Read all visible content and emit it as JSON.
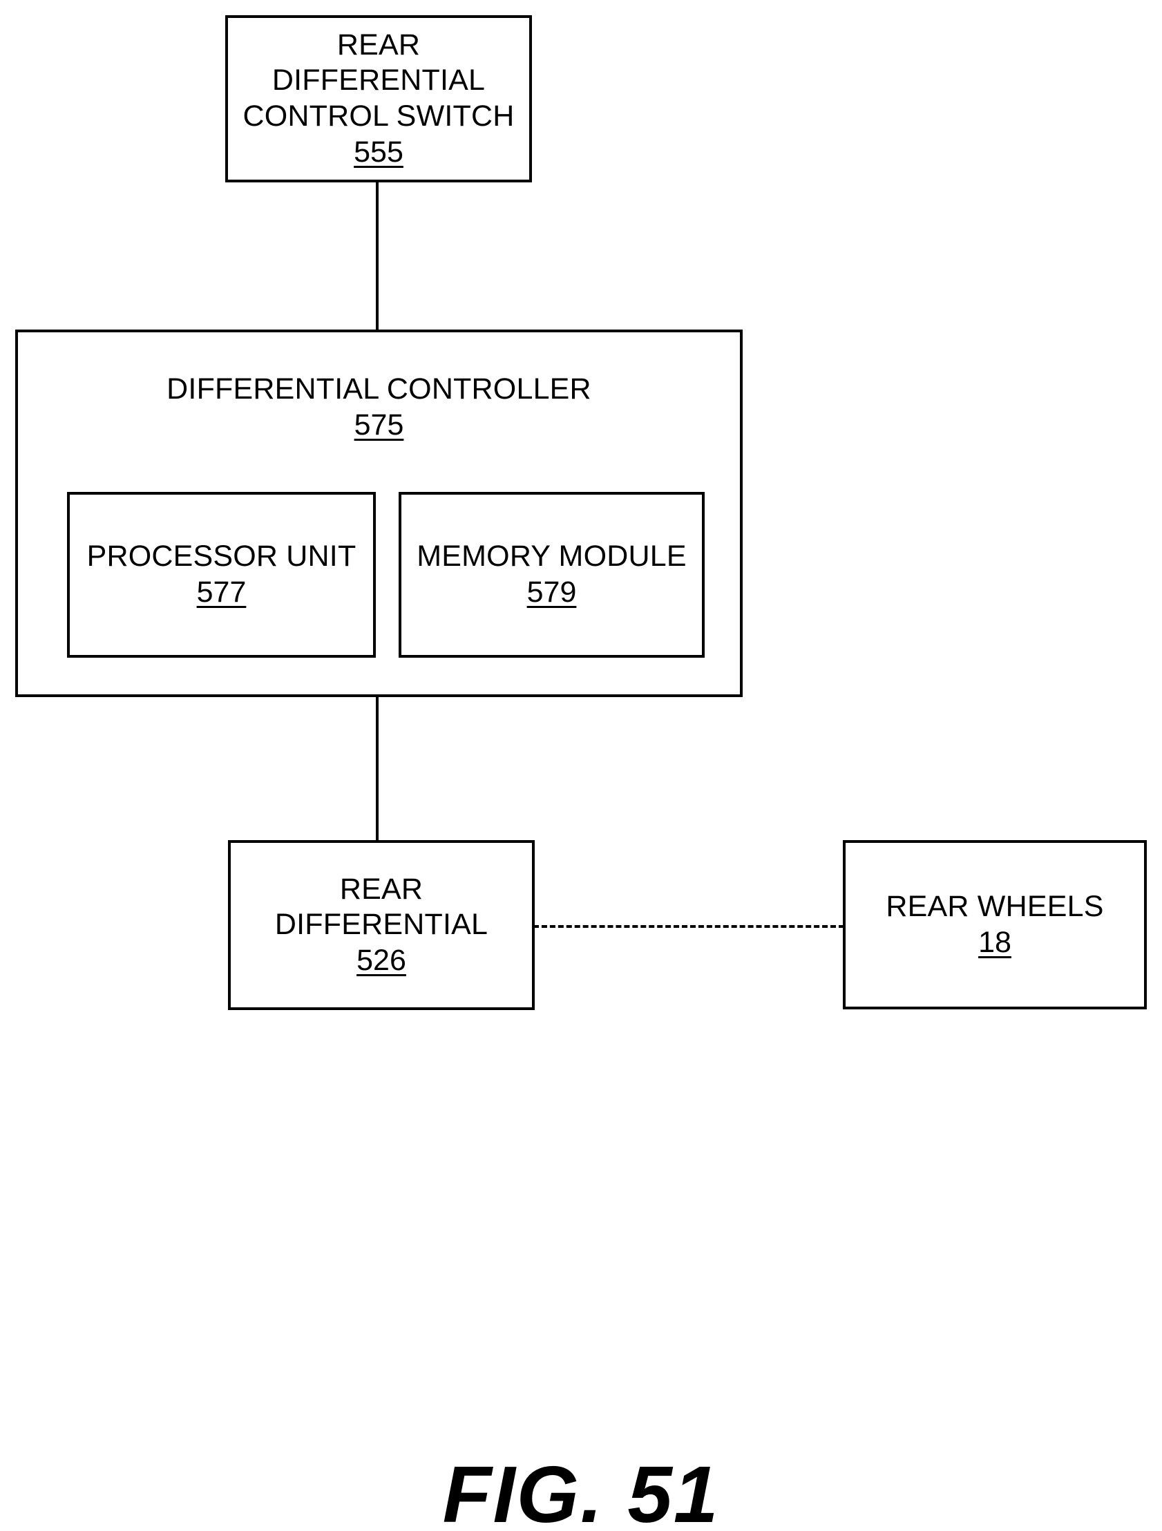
{
  "figure": {
    "caption": "FIG. 51",
    "type": "block-diagram",
    "domain": "patent-drawing"
  },
  "nodes": {
    "rear_differential_control_switch": {
      "label": "REAR DIFFERENTIAL\nCONTROL SWITCH",
      "ref": "555"
    },
    "differential_controller": {
      "label": "DIFFERENTIAL CONTROLLER",
      "ref": "575"
    },
    "processor_unit": {
      "label": "PROCESSOR UNIT",
      "ref": "577"
    },
    "memory_module": {
      "label": "MEMORY MODULE",
      "ref": "579"
    },
    "rear_differential": {
      "label": "REAR DIFFERENTIAL",
      "ref": "526"
    },
    "rear_wheels": {
      "label": "REAR WHEELS",
      "ref": "18"
    }
  },
  "connectors": [
    {
      "name": "switch-to-controller",
      "style": "solid",
      "orientation": "vertical",
      "from": "rear_differential_control_switch",
      "to": "differential_controller"
    },
    {
      "name": "controller-to-rear-differential",
      "style": "solid",
      "orientation": "vertical",
      "from": "differential_controller",
      "to": "rear_differential"
    },
    {
      "name": "rear-differential-to-rear-wheels",
      "style": "dashed",
      "orientation": "horizontal",
      "from": "rear_differential",
      "to": "rear_wheels"
    }
  ],
  "colors": {
    "line": "#000000",
    "background": "#ffffff",
    "text": "#000000"
  }
}
